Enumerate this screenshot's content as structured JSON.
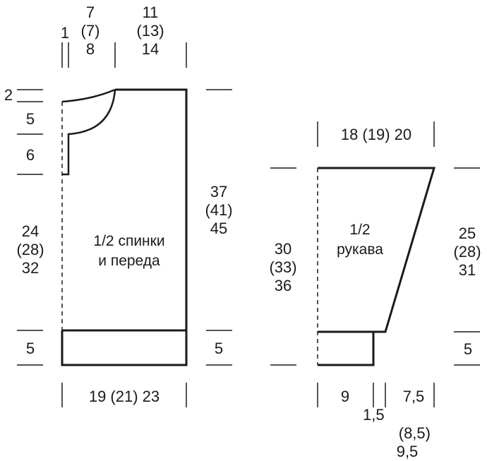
{
  "colors": {
    "line": "#1a1a1a",
    "background": "#ffffff"
  },
  "body_piece": {
    "title_line1": "1/2 спинки",
    "title_line2": "и переда",
    "top_dims": {
      "shoulder_offset": "1",
      "neck_width": [
        "7",
        "(7)",
        "8"
      ],
      "shoulder_width": [
        "11",
        "(13)",
        "14"
      ]
    },
    "left_dims": {
      "neck_drop_top": "2",
      "neck_depth": "5",
      "neck_step": "6",
      "body_length": [
        "24",
        "(28)",
        "32"
      ],
      "rib": "5"
    },
    "right_dims": {
      "total_length": [
        "37",
        "(41)",
        "45"
      ],
      "rib": "5"
    },
    "bottom_width": "19 (21) 23"
  },
  "sleeve_piece": {
    "title_line1": "1/2",
    "title_line2": "рукава",
    "top_width": "18 (19) 20",
    "left_dims": {
      "total_length": [
        "30",
        "(33)",
        "36"
      ]
    },
    "right_dims": {
      "slope_length": [
        "25",
        "(28)",
        "31"
      ],
      "rib": "5"
    },
    "bottom_dims": {
      "cuff_width": "9",
      "gap": [
        "1,5",
        "(8,5)",
        "9,5"
      ],
      "taper": "7,5"
    }
  }
}
